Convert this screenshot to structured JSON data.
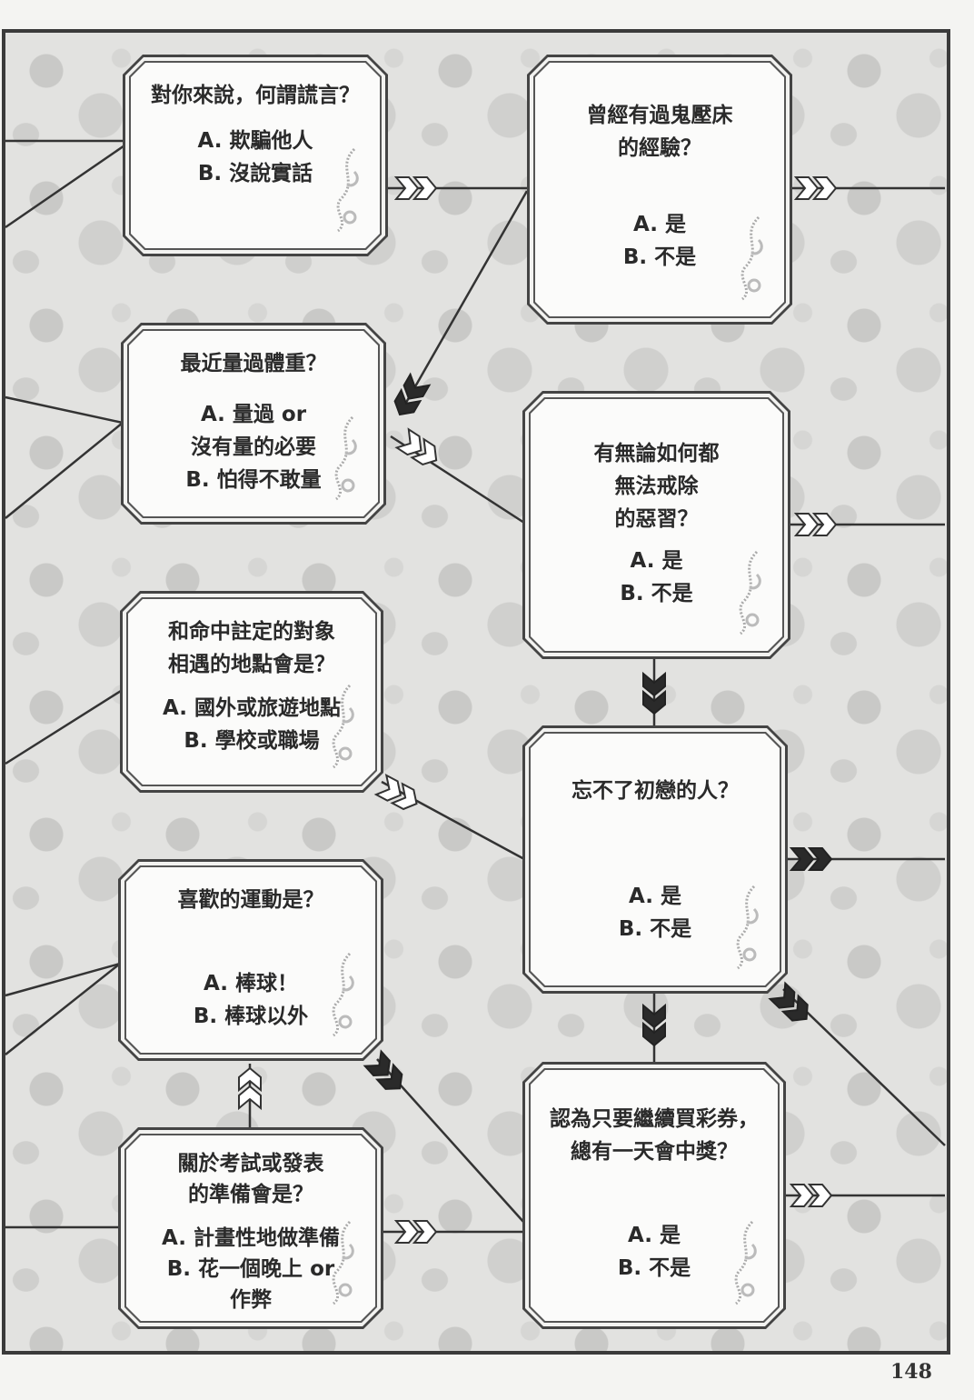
{
  "page_number": "148",
  "questions": [
    {
      "question": [
        "對你來說，何謂謊言？"
      ],
      "a": "A. 欺騙他人",
      "b": "B. 沒說實話"
    },
    {
      "question": [
        "最近量過體重？"
      ],
      "a": "A. 量過 or\n沒有量的必要",
      "b": "B. 怕得不敢量"
    },
    {
      "question": [
        "和命中註定的對象",
        "相遇的地點會是？"
      ],
      "a": "A. 國外或旅遊地點",
      "b": "B. 學校或職場"
    },
    {
      "question": [
        "喜歡的運動是？"
      ],
      "a": "A. 棒球！",
      "b": "B. 棒球以外"
    },
    {
      "question": [
        "關於考試或發表",
        "的準備會是？"
      ],
      "a": "A. 計畫性地做準備",
      "b": "B. 花一個晚上 or\n作弊"
    },
    {
      "question": [
        "曾經有過鬼壓床",
        "的經驗？"
      ],
      "a": "A. 是",
      "b": "B. 不是"
    },
    {
      "question": [
        "有無論如何都",
        "無法戒除",
        "的惡習？"
      ],
      "a": "A. 是",
      "b": "B. 不是"
    },
    {
      "question": [
        "忘不了初戀的人？"
      ],
      "a": "A. 是",
      "b": "B. 不是"
    },
    {
      "question": [
        "認為只要繼續買彩券，",
        "總有一天會中獎？"
      ],
      "a": "A. 是",
      "b": "B. 不是"
    }
  ]
}
